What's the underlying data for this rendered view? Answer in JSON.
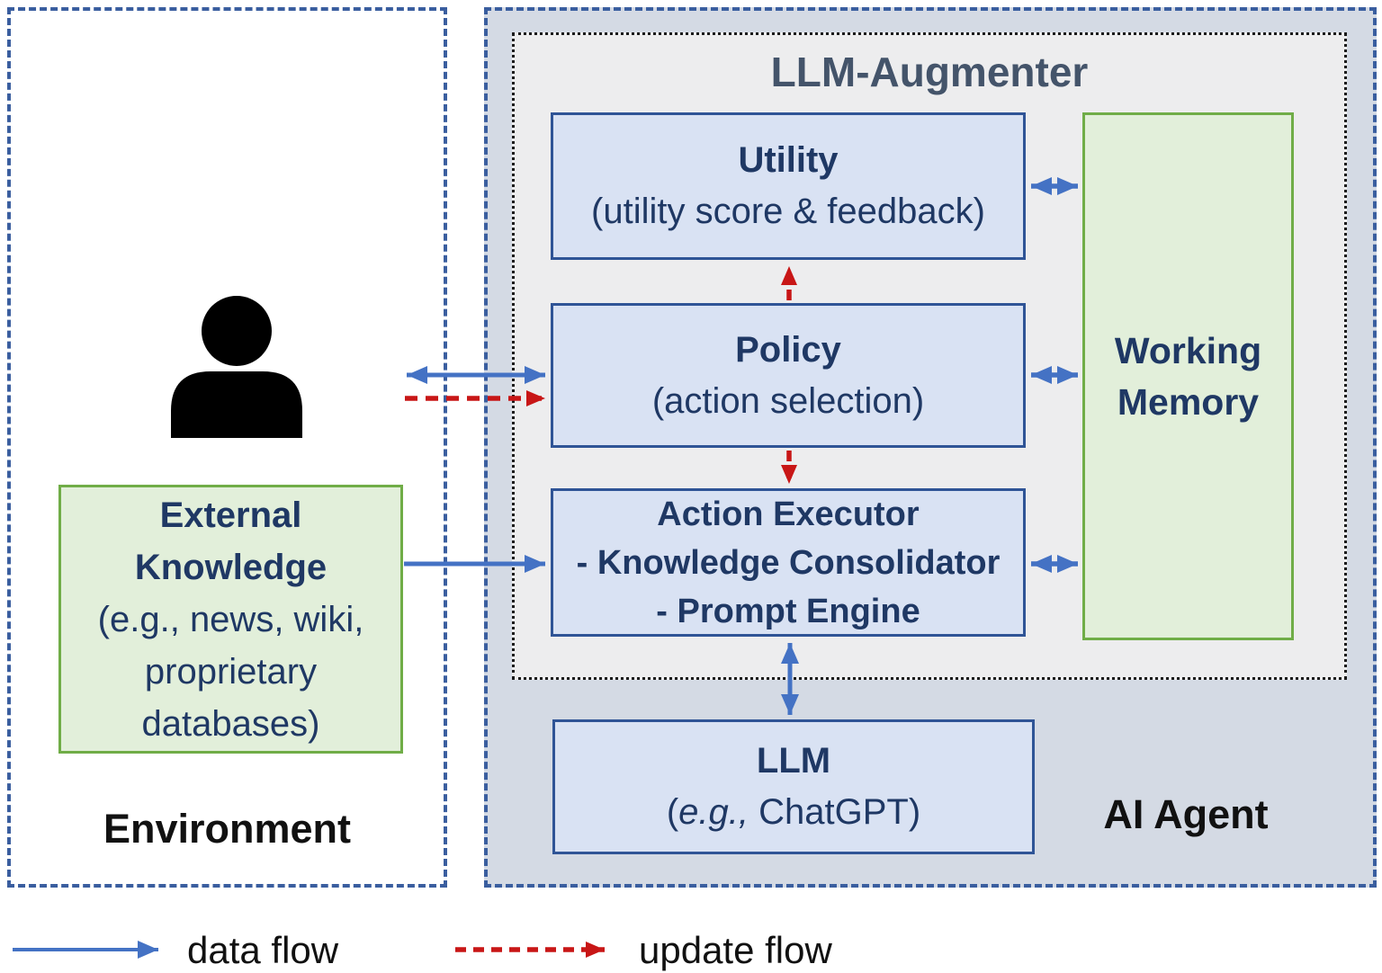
{
  "colors": {
    "arrow_blue": "#4472c4",
    "arrow_red": "#c81616",
    "dashed_border_blue": "#3a5e9f",
    "agent_fill": "#d4dae4",
    "augmenter_fill": "#ededee",
    "box_blue_fill": "#d9e2f3",
    "box_blue_border": "#2f5496",
    "box_green_fill": "#e2efda",
    "box_green_border": "#70ad47",
    "navy_text": "#1f3864",
    "title_slate": "#44546a"
  },
  "environment": {
    "label": "Environment",
    "external_knowledge": {
      "lines": [
        "External",
        "Knowledge",
        "(e.g., news, wiki,",
        "proprietary",
        "databases)"
      ]
    }
  },
  "ai_agent": {
    "label": "AI Agent",
    "llm_augmenter": {
      "title": "LLM-Augmenter",
      "utility": {
        "title": "Utility",
        "subtitle": "(utility score & feedback)"
      },
      "policy": {
        "title": "Policy",
        "subtitle": "(action selection)"
      },
      "action_executor": {
        "lines": [
          "Action Executor",
          "- Knowledge Consolidator",
          "- Prompt Engine"
        ]
      },
      "working_memory": {
        "lines": [
          "Working",
          "Memory"
        ]
      }
    },
    "llm": {
      "title": "LLM",
      "subtitle_open": "(",
      "subtitle_italic": "e.g.,",
      "subtitle_rest": " ChatGPT)"
    }
  },
  "legend": {
    "data_flow": "data flow",
    "update_flow": "update flow"
  }
}
